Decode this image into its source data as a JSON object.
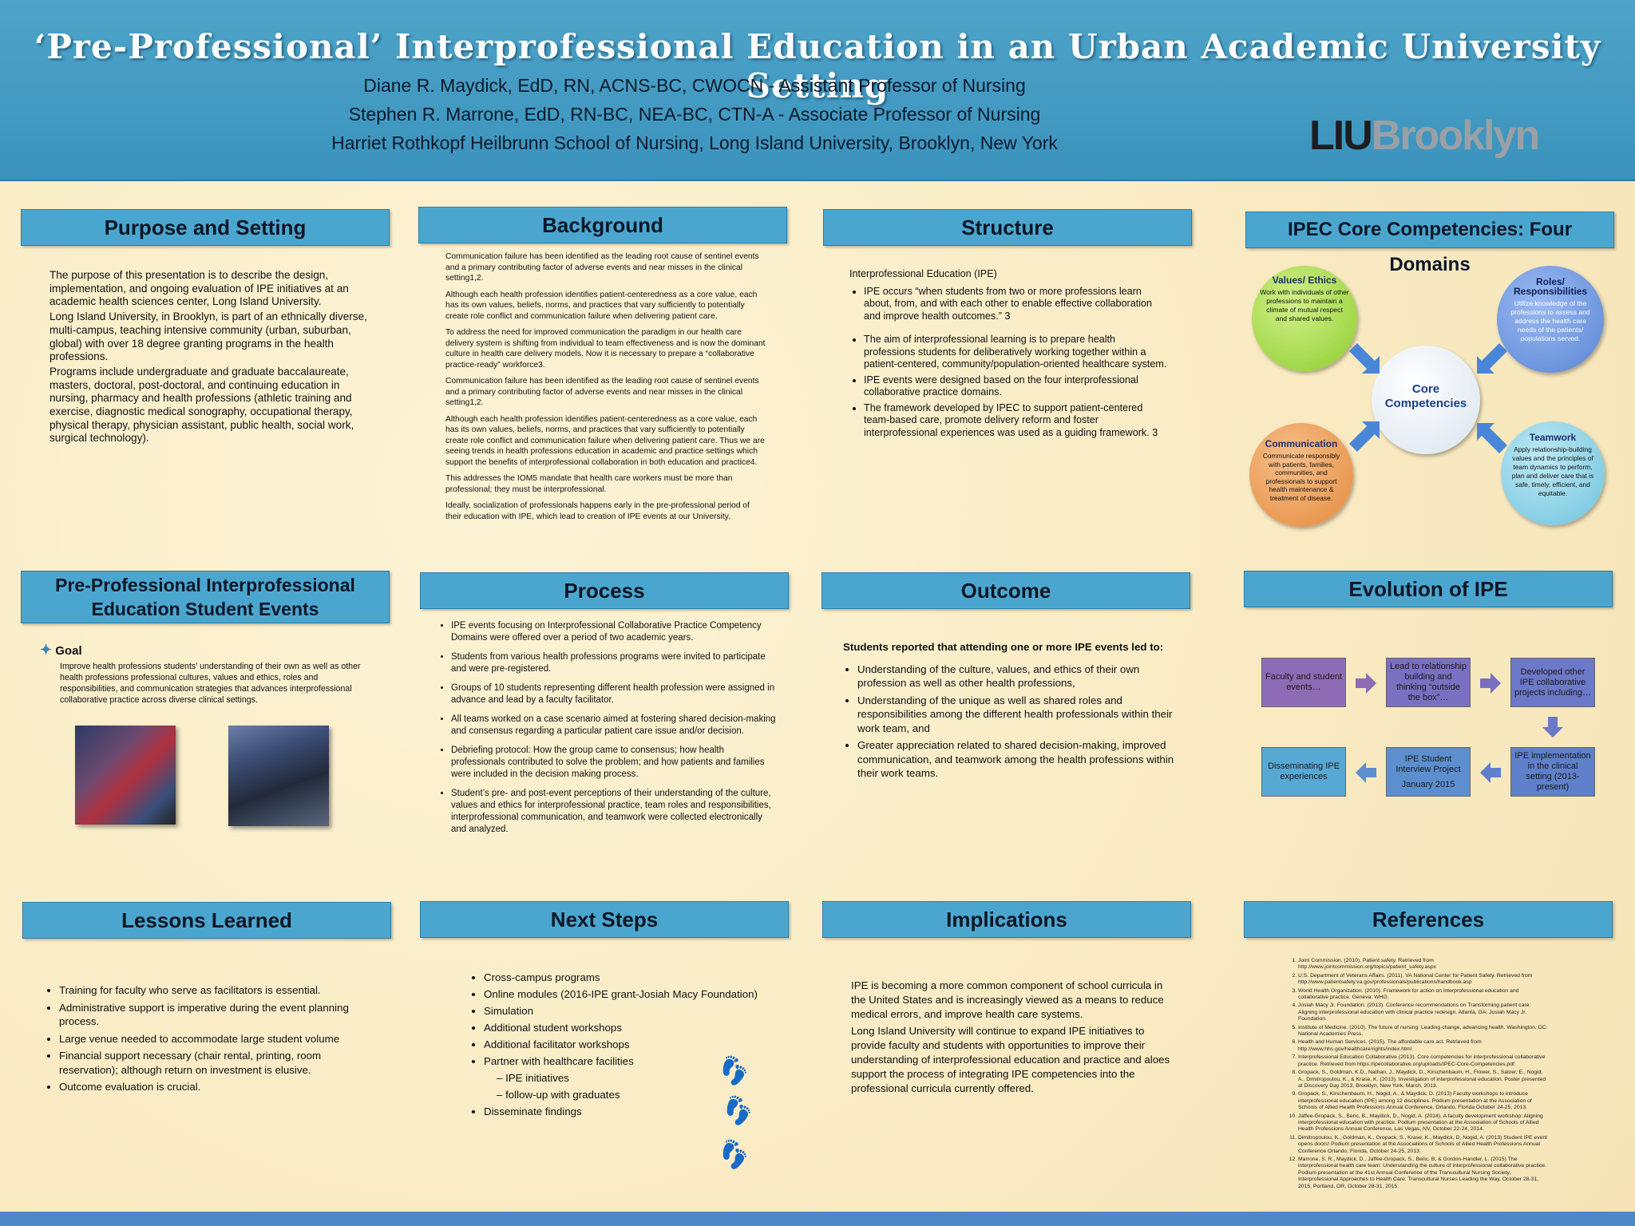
{
  "header": {
    "title": "‘Pre-Professional’ Interprofessional Education in an Urban Academic University Setting",
    "author1": "Diane R. Maydick, EdD, RN, ACNS-BC, CWOCN - Assistant Professor of Nursing",
    "author2": "Stephen R. Marrone, EdD, RN-BC, NEA-BC, CTN-A - Associate Professor of Nursing",
    "affiliation": "Harriet Rothkopf Heilbrunn School of Nursing, Long Island University, Brooklyn, New York",
    "logo_liu": "LIU",
    "logo_brooklyn": "Brooklyn"
  },
  "purpose": {
    "title": "Purpose and Setting",
    "paragraphs": [
      "The purpose of this presentation is to describe the design, implementation, and ongoing evaluation of IPE initiatives at an academic health sciences center, Long Island University.",
      "Long Island University, in Brooklyn, is part of an ethnically diverse, multi-campus, teaching intensive community (urban, suburban, global) with over 18 degree granting programs in the health professions.",
      "Programs include undergraduate and graduate baccalaureate, masters, doctoral, post-doctoral, and continuing education in nursing, pharmacy and health professions (athletic training and exercise, diagnostic medical sonography, occupational therapy, physical therapy, physician assistant, public health, social work, surgical technology)."
    ]
  },
  "background": {
    "title": "Background",
    "paragraphs": [
      "Communication failure has been identified as the leading root cause of sentinel events and a primary contributing factor of adverse events and near misses in the clinical setting1,2.",
      "Although each health profession identifies patient-centeredness as a core value, each has its own values, beliefs, norms, and practices that vary sufficiently to potentially create role conflict and communication failure when delivering patient care.",
      "To address the need for improved communication the paradigm in our health care delivery system is shifting from individual to team effectiveness and is now the dominant culture in health care delivery models. Now it is necessary to prepare a “collaborative practice-ready” workforce3.",
      "Communication failure has been identified as the leading root cause of sentinel events and a primary contributing factor of adverse events and near misses in the clinical setting1,2.",
      "Although each health profession identifies patient-centeredness as a core value, each has its own values, beliefs, norms, and practices that vary sufficiently to potentially create role conflict and communication failure when delivering patient care. Thus we are seeing trends in health professions education in academic and practice settings which support the benefits of interprofessional collaboration in both education and practice4.",
      "This addresses the IOM5 mandate that health care workers must be more than professional; they must be interprofessional.",
      "Ideally, socialization of professionals happens early in the pre-professional period of their education with IPE, which lead to creation of IPE events at our University."
    ]
  },
  "structure": {
    "title": "Structure",
    "intro": "Interprofessional Education (IPE)",
    "bullets": [
      "IPE occurs “when students from two or more professions learn about, from, and with each other to enable effective collaboration and improve health outcomes.” 3",
      "The aim of interprofessional learning is to prepare health professions students for deliberatively working together within a patient-centered, community/population-oriented healthcare system.",
      "IPE events were designed based on the four interprofessional collaborative practice domains.",
      "The framework developed by IPEC to support patient-centered team-based care, promote delivery reform and foster interprofessional experiences was used as a guiding framework. 3"
    ]
  },
  "ipec": {
    "title": "IPEC Core Competencies: Four Domains",
    "center": "Core Competencies",
    "values_title": "Values/ Ethics",
    "values_text": "Work with individuals of other professions to maintain a climate of mutual respect and shared values.",
    "roles_title": "Roles/ Responsibilities",
    "roles_text": "Utilize knowledge of the professions to assess and address the health care needs of the patients/ populations served.",
    "comm_title": "Communication",
    "comm_text": "Communicate responsibly with patients, families, communities, and professionals to support health maintenance & treatment of disease.",
    "team_title": "Teamwork",
    "team_text": "Apply relationship-building values and the principles of team dynamics to perform, plan and deliver care that is safe, timely, efficient, and equitable.",
    "colors": {
      "values": "#a6d84a",
      "roles": "#6f9be0",
      "comm": "#ee9a4c",
      "team": "#7fcbe0"
    }
  },
  "events": {
    "title_line1": "Pre-Professional Interprofessional",
    "title_line2": "Education Student Events",
    "goal_label": "Goal",
    "goal_text": "Improve health professions students’ understanding of their own as well as other health professions professional cultures, values and ethics, roles and responsibilities, and communication strategies that advances interprofessional collaborative practice across diverse clinical settings."
  },
  "process": {
    "title": "Process",
    "bullets": [
      "IPE events focusing on Interprofessional Collaborative Practice Competency Domains were offered over a period of two academic years.",
      "Students from various health professions programs were invited to participate and were pre-registered.",
      "Groups of 10 students representing different health profession were assigned in advance and lead by a faculty facilitator.",
      "All teams worked on a case scenario aimed at fostering shared decision-making and consensus regarding a particular patient care issue and/or decision.",
      "Debriefing protocol: How the group came to consensus; how health professionals contributed to solve the problem; and how patients and families were included in the decision making process.",
      "Student’s pre- and post-event perceptions of their understanding of the culture, values and ethics for interprofessional practice, team roles and responsibilities, interprofessional communication, and teamwork were collected electronically and analyzed."
    ]
  },
  "outcome": {
    "title": "Outcome",
    "lead": "Students reported that attending one or more IPE events led to",
    "bullets": [
      "Understanding of the culture, values, and ethics of their own profession as well as other health professions,",
      "Understanding of the unique as well as shared roles and responsibilities among the different health professionals within their work team, and",
      "Greater appreciation related to shared decision-making, improved communication, and teamwork among the health professions within their work teams."
    ]
  },
  "evolution": {
    "title": "Evolution of IPE",
    "box1": "Faculty and student events…",
    "box2": "Lead to relationship building and thinking “outside the box”…",
    "box3": "Developed other IPE collaborative projects including…",
    "box4": "IPE implementation in the clinical setting (2013-present)",
    "box5": "IPE Student Interview Project",
    "box5_date": "January 2015",
    "box6": "Disseminating IPE experiences"
  },
  "lessons": {
    "title": "Lessons Learned",
    "bullets": [
      "Training for faculty who serve as facilitators is essential.",
      "Administrative support is imperative during the event planning process.",
      "Large venue needed to accommodate large student volume",
      "Financial support necessary (chair rental, printing, room reservation); although return on investment is elusive.",
      "Outcome evaluation is crucial."
    ]
  },
  "next": {
    "title": "Next Steps",
    "bullets": [
      "Cross-campus programs",
      "Online modules (2016-IPE grant-Josiah Macy Foundation)",
      "Simulation",
      "Additional student workshops",
      "Additional facilitator workshops",
      "Partner with healthcare facilities"
    ],
    "sub": [
      "IPE initiatives",
      "follow-up with graduates"
    ],
    "last": "Disseminate findings"
  },
  "implications": {
    "title": "Implications",
    "p1": "IPE is becoming a more common component of school curricula in the United States and is increasingly viewed as a means to reduce medical errors, and improve health care systems.",
    "p2": "Long Island University will continue to expand IPE initiatives to provide faculty and students with opportunities to improve their understanding of interprofessional education and practice and aloes support the process of integrating IPE competencies into the professional curricula currently offered."
  },
  "references": {
    "title": "References",
    "items": [
      "Joint Commission. (2010). Patient safety. Retrieved from http://www.jointcommission.org/topics/patient_safety.aspx",
      "U.S. Department of Veterans Affairs. (2011). VA National Center for Patient Safety. Retrieved from http://www.patientsafety.va.gov/professionals/publications/handbook.asp",
      "World Health Organization. (2010). Framework for action on interprofessional education and collaborative practice. Geneva: WHO.",
      "Josiah Macy Jr. Foundation. (2013). Conference recommendations on Transforming patient care: Aligning interprofessional education with clinical practice redesign. Atlanta, GA: Josiah Macy Jr. Foundation.",
      "Institute of Medicine. (2010). The future of nursing: Leading change, advancing health. Washington, DC: National Academies Press.",
      "Health and Human Services. (2015). The affordable care act. Retrieved from http://www.hhs.gov/healthcare/rights/index.html",
      "Interprofessional Education Collaborative (2013). Core competencies for interprofessional collaborative practice. Retrieved from https://ipecollaborative.org/uploads/IPEC-Core-Competencies.pdf",
      "Gropack, S., Goldman, K.D., Nathan, J., Maydick, D., Kirschenbaum, H., Flower, S., Salzer, E., Nogid, A., Dimitropoulou, K., & Krase, K. (2013). Investigation of interprofessional education. Poster presented at Discovery Day 2013, Brooklyn, New York, March, 2013.",
      "Gropack, S., Kirschenbaum, H., Nogid, A., & Maydick, D. (2013) Faculty workshops to introduce interprofessional education (IPE) among 12 disciplines. Podium presentation at the Association of Schools of Allied Health Professions Annual Conference, Orlando, Florida October 24-25, 2013.",
      "Jaffee-Gropack, S., Beric, B., Maydick, D., Nogid, A. (2014). A faculty development workshop: Aligning interprofessional education with practice. Podium presentation at the Association of Schools of Allied Health Professions Annual Conference, Las Vegas, NV, October 22-24, 2014.",
      "Dimitropoulou, K., Goldman, K., Gropack, S., Krase, K., Maydick, D, Nogid, A. (2013) Student IPE event opens doors! Podium presentation at the Associations of Schools of Allied Health Professions Annual Conference Orlando, Florida, October 24-25, 2013.",
      "Marrone, S. R., Maydick, D., Jaffee-Gropack, S., Beric, B, & Gordon-Handler, L. (2015) The interprofessional health care team: Understanding the culture of interprofessional collaborative practice. Podium presentation at the 41st Annual Conference of the Transcultural Nursing Society, Interprofessional Approaches to Health Care: Transcultural Nurses Leading the Way, October 28-31, 2015, Portland, OR, October 28-31, 2015."
    ]
  }
}
